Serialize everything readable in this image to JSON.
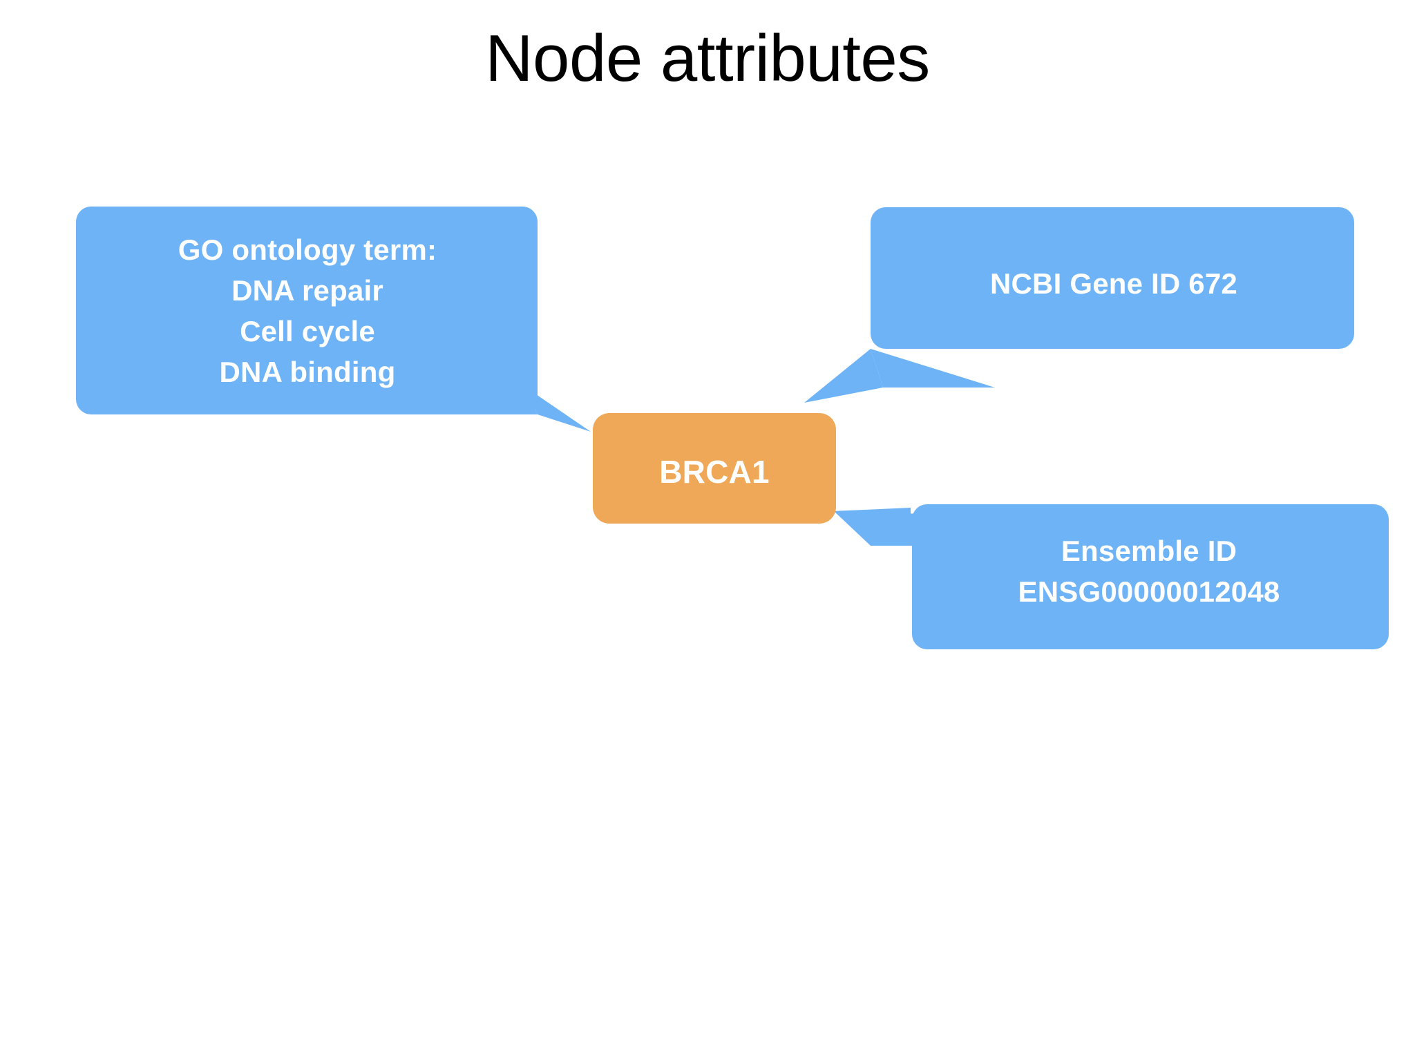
{
  "slide": {
    "title": "Node attributes",
    "background_color": "#ffffff"
  },
  "colors": {
    "callout_blue": "#6fb3f7",
    "node_orange": "#efa858",
    "text_white": "#ffffff",
    "title_black": "#000000"
  },
  "center_node": {
    "label": "BRCA1",
    "color": "#efa858",
    "text_color": "#ffffff"
  },
  "callouts": [
    {
      "id": "go-ontology",
      "name": "go-ontology-callout",
      "color": "#6fb3f7",
      "lines": [
        "GO ontology term:",
        "DNA repair",
        "Cell cycle",
        "DNA binding"
      ],
      "text": "GO ontology term:\nDNA repair\nCell cycle\nDNA binding",
      "position": "left"
    },
    {
      "id": "ncbi-gene-id",
      "name": "ncbi-gene-id-callout",
      "color": "#6fb3f7",
      "lines": [
        "NCBI Gene ID 672"
      ],
      "text": "NCBI Gene ID 672",
      "position": "top-right"
    },
    {
      "id": "ensemble-id",
      "name": "ensemble-id-callout",
      "color": "#6fb3f7",
      "lines": [
        "Ensemble ID",
        "ENSG00000012048"
      ],
      "text": "Ensemble ID\nENSG00000012048",
      "position": "bottom-right"
    }
  ]
}
